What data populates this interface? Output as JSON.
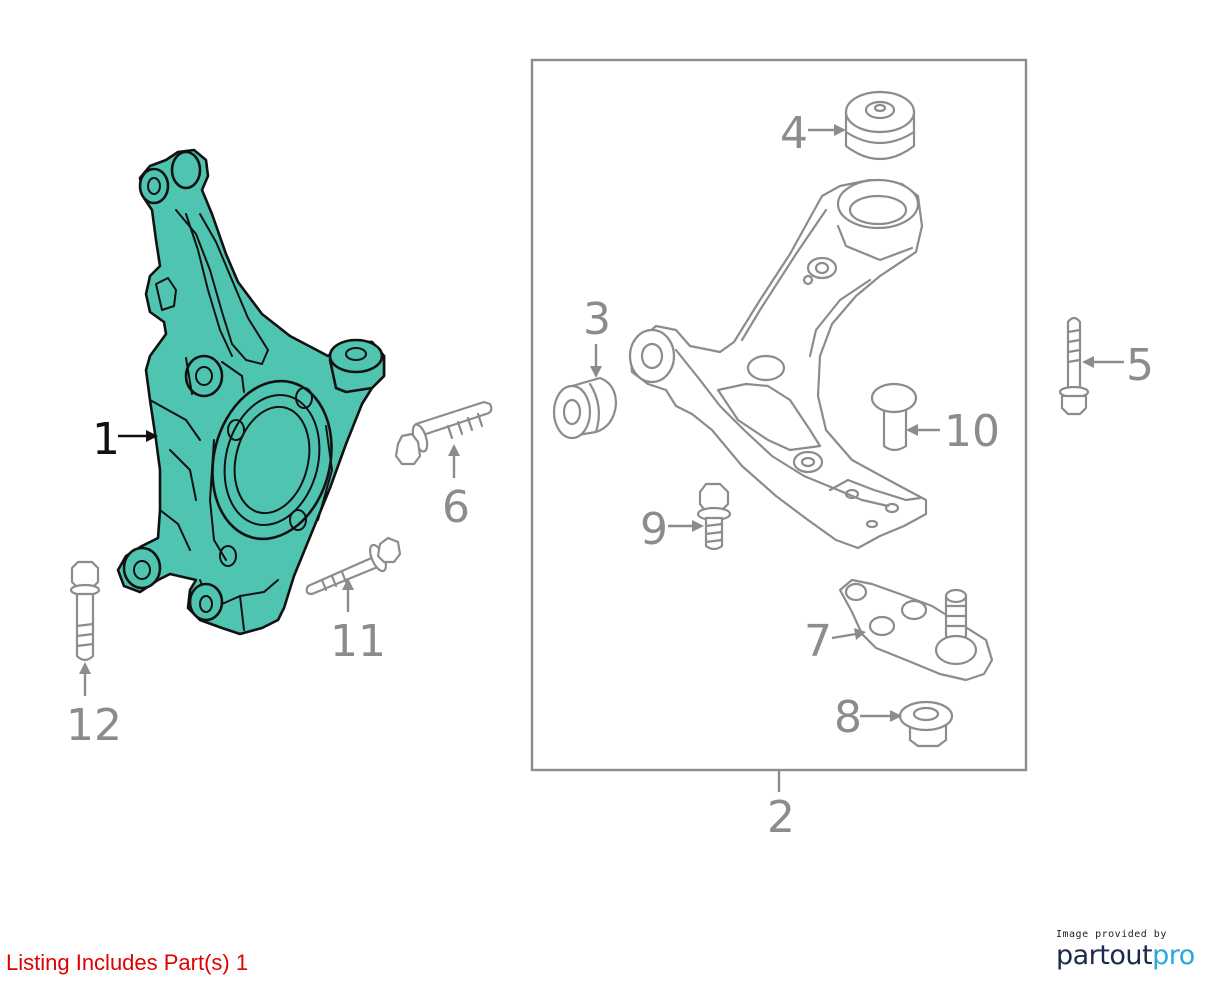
{
  "callouts": {
    "c1": "1",
    "c2": "2",
    "c3": "3",
    "c4": "4",
    "c5": "5",
    "c6": "6",
    "c7": "7",
    "c8": "8",
    "c9": "9",
    "c10": "10",
    "c11": "11",
    "c12": "12"
  },
  "highlighted_parts": [
    "1"
  ],
  "colors": {
    "highlight": "#4fc4b0",
    "outline_active": "#111111",
    "outline_inactive": "#8c8c8c",
    "listing_text": "#e00000",
    "logo_dark": "#1b2a4a",
    "logo_accent": "#29a8e0"
  },
  "footer": {
    "listing_note": "Listing Includes Part(s) 1",
    "credit_small": "Image provided by",
    "logo_part1": "partout",
    "logo_part2": "pro"
  }
}
